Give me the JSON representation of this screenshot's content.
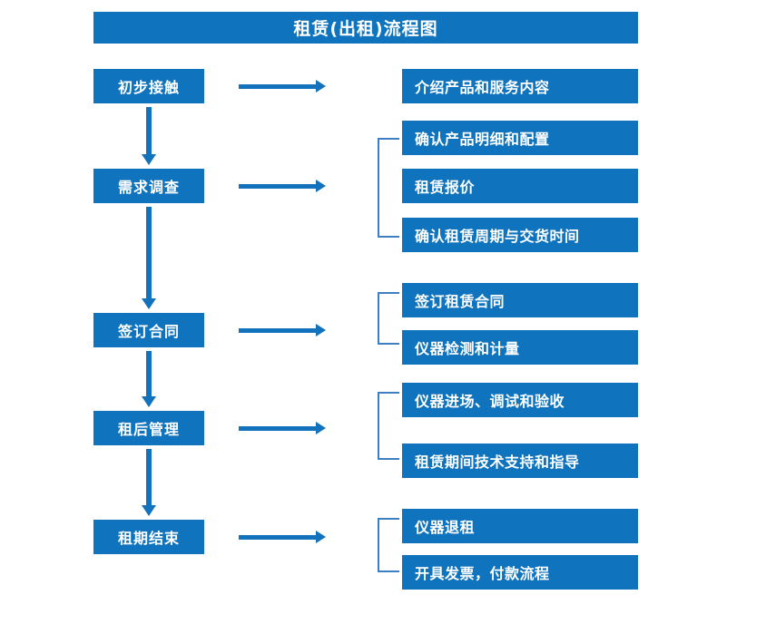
{
  "diagram": {
    "title": "租赁(出租)流程图",
    "accent_color": "#0f74bd",
    "arrow_color": "#1272bb",
    "bracket_color": "#3d7fc3",
    "text_color": "#ffffff",
    "background_color": "#ffffff",
    "stages": [
      {
        "label": "初步接触"
      },
      {
        "label": "需求调查"
      },
      {
        "label": "签订合同"
      },
      {
        "label": "租后管理"
      },
      {
        "label": "租期结束"
      }
    ],
    "details": [
      {
        "label": "介绍产品和服务内容"
      },
      {
        "label": "确认产品明细和配置"
      },
      {
        "label": "租赁报价"
      },
      {
        "label": "确认租赁周期与交货时间"
      },
      {
        "label": "签订租赁合同"
      },
      {
        "label": "仪器检测和计量"
      },
      {
        "label": "仪器进场、调试和验收"
      },
      {
        "label": "租赁期间技术支持和指导"
      },
      {
        "label": "仪器退租"
      },
      {
        "label": "开具发票，付款流程"
      }
    ],
    "groups": [
      {
        "stage": "需求调查",
        "detail_labels": [
          "确认产品明细和配置",
          "租赁报价",
          "确认租赁周期与交货时间"
        ]
      },
      {
        "stage": "签订合同",
        "detail_labels": [
          "签订租赁合同",
          "仪器检测和计量"
        ]
      },
      {
        "stage": "租后管理",
        "detail_labels": [
          "仪器进场、调试和验收",
          "租赁期间技术支持和指导"
        ]
      },
      {
        "stage": "租期结束",
        "detail_labels": [
          "仪器退租",
          "开具发票，付款流程"
        ]
      }
    ]
  }
}
